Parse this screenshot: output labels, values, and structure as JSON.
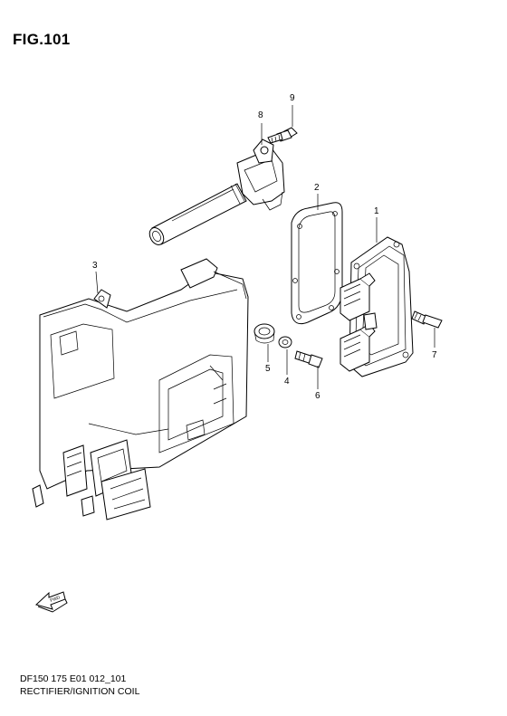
{
  "figure": {
    "title": "FIG.101",
    "code": "DF150 175 E01 012_101",
    "name": "RECTIFIER/IGNITION COIL"
  },
  "callouts": [
    {
      "id": "c1",
      "label": "1"
    },
    {
      "id": "c2",
      "label": "2"
    },
    {
      "id": "c3",
      "label": "3"
    },
    {
      "id": "c4",
      "label": "4"
    },
    {
      "id": "c5",
      "label": "5"
    },
    {
      "id": "c6",
      "label": "6"
    },
    {
      "id": "c7",
      "label": "7"
    },
    {
      "id": "c8",
      "label": "8"
    },
    {
      "id": "c9",
      "label": "9"
    }
  ],
  "fwd_arrow": {
    "label": "FWD"
  }
}
